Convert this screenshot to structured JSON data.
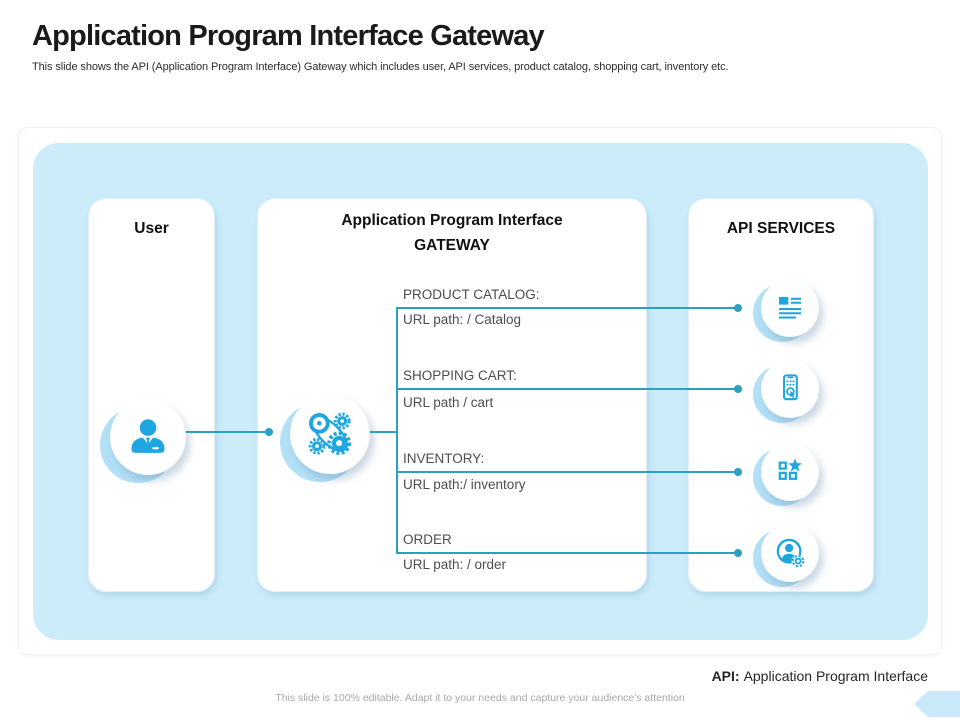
{
  "colors": {
    "container_bg": "#cdecfa",
    "icon_blue": "#1da6e0",
    "crescent_blue": "#b3e0f6",
    "connector_teal": "#2aa1c0"
  },
  "slide": {
    "title": "Application Program Interface Gateway",
    "subtitle": "This slide shows the API (Application Program Interface) Gateway which includes user, API services, product catalog, shopping cart, inventory etc.",
    "footer_note": "This slide is 100% editable. Adapt it to your needs and capture your audience's attention",
    "abbreviation": {
      "label": "API:",
      "text": "Application Program Interface"
    }
  },
  "diagram": {
    "user_box": {
      "title": "User",
      "icon": "user-person-icon"
    },
    "gateway_box": {
      "title_line1": "Application Program Interface",
      "title_line2": "GATEWAY",
      "icon": "gears-belt-icon",
      "routes": [
        {
          "label": "PRODUCT CATALOG:",
          "path": "URL path: / Catalog"
        },
        {
          "label": "SHOPPING CART:",
          "path": "URL path / cart"
        },
        {
          "label": "INVENTORY:",
          "path": "URL path:/ inventory"
        },
        {
          "label": "ORDER",
          "path": "URL path: / order"
        }
      ]
    },
    "services_box": {
      "title": "API SERVICES",
      "icons": [
        "catalog-document-icon",
        "shopping-mobile-icon",
        "inventory-star-icon",
        "order-account-gear-icon"
      ]
    }
  }
}
